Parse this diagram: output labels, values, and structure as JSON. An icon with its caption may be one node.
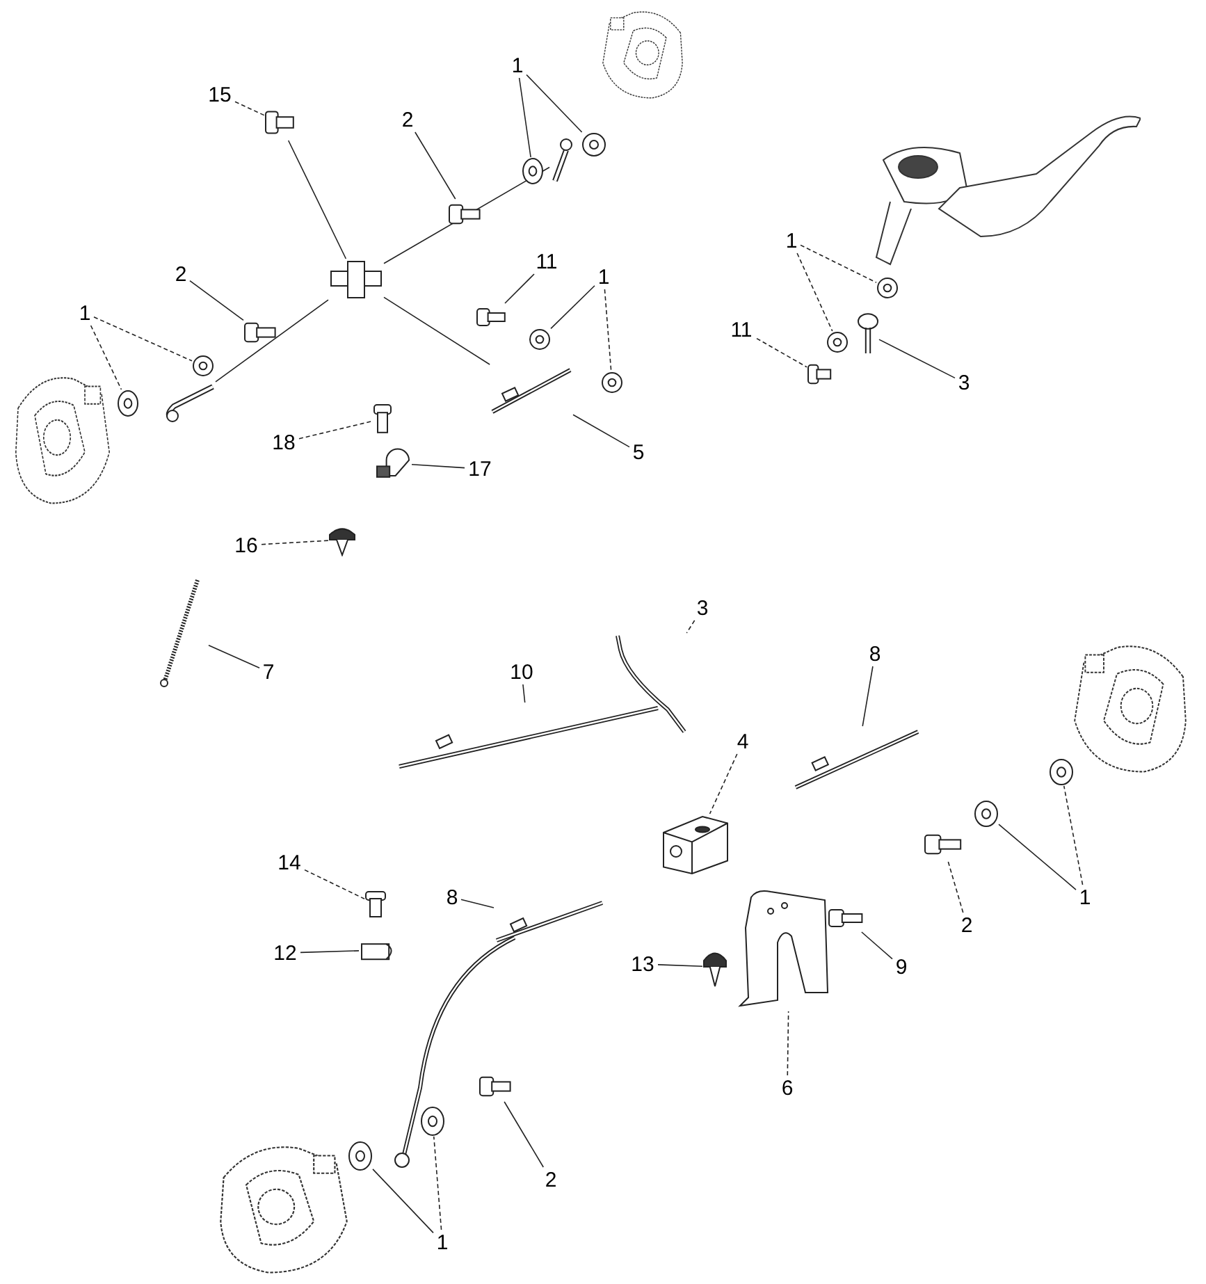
{
  "diagram": {
    "nodes": [
      {
        "text": [
          "15"
        ]
      },
      {
        "text": [],
        "shape": "bolt"
      },
      {
        "text": [
          "2"
        ]
      },
      {
        "text": [],
        "shape": "bolt"
      },
      {
        "text": [
          "1"
        ]
      },
      {
        "text": [],
        "shape": "washer"
      },
      {
        "text": [],
        "shape": "washer"
      },
      {
        "text": [
          "2"
        ]
      },
      {
        "text": [],
        "shape": "bolt"
      },
      {
        "text": [
          "11"
        ]
      },
      {
        "text": [],
        "shape": "bolt"
      },
      {
        "text": [
          "1"
        ]
      },
      {
        "text": [],
        "shape": "washer"
      },
      {
        "text": [],
        "shape": "washer"
      },
      {
        "text": [
          "1"
        ]
      },
      {
        "text": [],
        "shape": "washer"
      },
      {
        "text": [],
        "shape": "washer"
      },
      {
        "text": [
          "18"
        ]
      },
      {
        "text": [],
        "shape": "pin"
      },
      {
        "text": [
          "17"
        ]
      },
      {
        "text": [],
        "shape": "clamp"
      },
      {
        "text": [
          "5"
        ]
      },
      {
        "text": [],
        "shape": "hose"
      },
      {
        "text": [],
        "shape": "tee"
      },
      {
        "text": [
          "16"
        ]
      },
      {
        "text": [],
        "shape": "rivet"
      },
      {
        "text": [
          "1"
        ]
      },
      {
        "text": [],
        "shape": "washer"
      },
      {
        "text": [],
        "shape": "washer"
      },
      {
        "text": [
          "11"
        ]
      },
      {
        "text": [],
        "shape": "bolt"
      },
      {
        "text": [
          "3"
        ]
      },
      {
        "text": [],
        "shape": "banjo"
      },
      {
        "text": [
          "7"
        ]
      },
      {
        "text": [],
        "shape": "tie"
      },
      {
        "text": [
          "10"
        ]
      },
      {
        "text": [],
        "shape": "hose"
      },
      {
        "text": [
          "3"
        ]
      },
      {
        "text": [],
        "shape": "pipe"
      },
      {
        "text": [
          "4"
        ]
      },
      {
        "text": [],
        "shape": "block"
      },
      {
        "text": [
          "8"
        ]
      },
      {
        "text": [],
        "shape": "hose"
      },
      {
        "text": [
          "1"
        ]
      },
      {
        "text": [],
        "shape": "washer"
      },
      {
        "text": [],
        "shape": "washer"
      },
      {
        "text": [
          "2"
        ]
      },
      {
        "text": [],
        "shape": "bolt"
      },
      {
        "text": [
          "9"
        ]
      },
      {
        "text": [],
        "shape": "bolt"
      },
      {
        "text": [
          "13"
        ]
      },
      {
        "text": [],
        "shape": "rivet"
      },
      {
        "text": [
          "6"
        ]
      },
      {
        "text": [],
        "shape": "bracket"
      },
      {
        "text": [
          "14"
        ]
      },
      {
        "text": [],
        "shape": "pin"
      },
      {
        "text": [
          "12"
        ]
      },
      {
        "text": [],
        "shape": "clip"
      },
      {
        "text": [
          "8"
        ]
      },
      {
        "text": [],
        "shape": "hose"
      },
      {
        "text": [
          "2"
        ]
      },
      {
        "text": [],
        "shape": "bolt"
      },
      {
        "text": [
          "1"
        ]
      },
      {
        "text": [],
        "shape": "washer"
      },
      {
        "text": [],
        "shape": "washer"
      },
      {
        "text": [],
        "shape": "fitting"
      },
      {
        "text": [],
        "shape": "fitting"
      }
    ],
    "edges": [
      {
        "from": 0,
        "to": 1,
        "arrow": "none",
        "style": "dashed"
      },
      {
        "from": 2,
        "to": 3,
        "arrow": "none"
      },
      {
        "from": 4,
        "to": 5,
        "arrow": "none"
      },
      {
        "from": 4,
        "to": 6,
        "arrow": "none"
      },
      {
        "from": 7,
        "to": 8,
        "arrow": "none"
      },
      {
        "from": 9,
        "to": 10,
        "arrow": "none"
      },
      {
        "from": 11,
        "to": 12,
        "arrow": "none"
      },
      {
        "from": 11,
        "to": 13,
        "arrow": "none",
        "style": "dashed"
      },
      {
        "from": 14,
        "to": 15,
        "arrow": "none",
        "style": "dashed"
      },
      {
        "from": 14,
        "to": 16,
        "arrow": "none",
        "style": "dashed"
      },
      {
        "from": 17,
        "to": 18,
        "arrow": "none",
        "style": "dashed"
      },
      {
        "from": 19,
        "to": 20,
        "arrow": "none"
      },
      {
        "from": 21,
        "to": 22,
        "arrow": "none"
      },
      {
        "from": 1,
        "to": 23,
        "arrow": "none"
      },
      {
        "from": 24,
        "to": 25,
        "arrow": "none",
        "style": "dashed"
      },
      {
        "from": 26,
        "to": 27,
        "arrow": "none",
        "style": "dashed"
      },
      {
        "from": 26,
        "to": 28,
        "arrow": "none",
        "style": "dashed"
      },
      {
        "from": 29,
        "to": 30,
        "arrow": "none",
        "style": "dashed"
      },
      {
        "from": 31,
        "to": 32,
        "arrow": "none"
      },
      {
        "from": 33,
        "to": 34,
        "arrow": "none"
      },
      {
        "from": 35,
        "to": 36,
        "arrow": "none"
      },
      {
        "from": 37,
        "to": 38,
        "arrow": "none",
        "style": "dashed"
      },
      {
        "from": 39,
        "to": 40,
        "arrow": "none",
        "style": "dashed"
      },
      {
        "from": 41,
        "to": 42,
        "arrow": "none"
      },
      {
        "from": 43,
        "to": 44,
        "arrow": "none"
      },
      {
        "from": 43,
        "to": 45,
        "arrow": "none",
        "style": "dashed"
      },
      {
        "from": 46,
        "to": 47,
        "arrow": "none",
        "style": "dashed"
      },
      {
        "from": 48,
        "to": 49,
        "arrow": "none"
      },
      {
        "from": 50,
        "to": 51,
        "arrow": "none"
      },
      {
        "from": 52,
        "to": 53,
        "arrow": "none",
        "style": "dashed"
      },
      {
        "from": 54,
        "to": 55,
        "arrow": "none",
        "style": "dashed"
      },
      {
        "from": 56,
        "to": 57,
        "arrow": "none"
      },
      {
        "from": 58,
        "to": 59,
        "arrow": "none"
      },
      {
        "from": 60,
        "to": 61,
        "arrow": "none"
      },
      {
        "from": 62,
        "to": 63,
        "arrow": "none"
      },
      {
        "from": 62,
        "to": 64,
        "arrow": "none",
        "style": "dashed"
      },
      {
        "from": 23,
        "to": 22,
        "arrow": "none"
      },
      {
        "from": 23,
        "to": 65,
        "arrow": "none"
      },
      {
        "from": 23,
        "to": 66,
        "arrow": "none"
      }
    ]
  }
}
